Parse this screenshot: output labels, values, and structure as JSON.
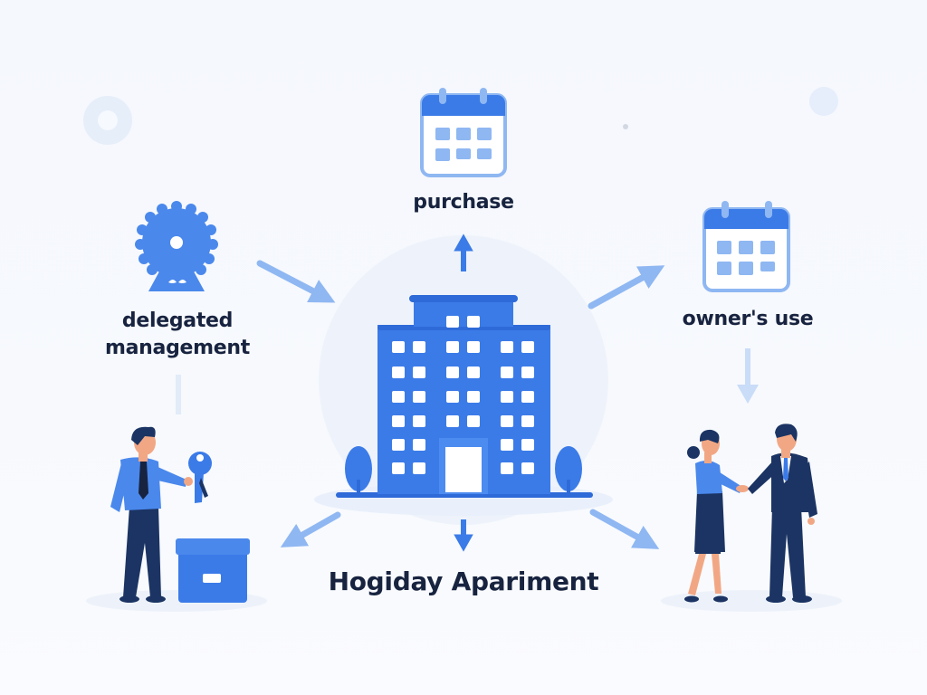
{
  "diagram": {
    "title": "Hogiday Apariment",
    "center_icon": "apartment-building-icon",
    "nodes": [
      {
        "id": "purchase",
        "label": "purchase",
        "icon": "calendar-icon"
      },
      {
        "id": "owners_use",
        "label": "owner's use",
        "icon": "calendar-icon"
      },
      {
        "id": "delegated_management",
        "label_line1": "delegated",
        "label_line2": "management",
        "icon": "gear-icon"
      },
      {
        "id": "handover",
        "icon": "man-with-keys-and-box-icon"
      },
      {
        "id": "agreement",
        "icon": "handshake-people-icon"
      }
    ],
    "edges": [
      {
        "from": "building",
        "to": "purchase",
        "direction": "up"
      },
      {
        "from": "delegated_management",
        "to": "building",
        "direction": "down-right"
      },
      {
        "from": "building",
        "to": "owners_use",
        "direction": "up-right"
      },
      {
        "from": "owners_use",
        "to": "agreement",
        "direction": "down"
      },
      {
        "from": "building",
        "to": "handover",
        "direction": "down-left"
      },
      {
        "from": "building",
        "to": "title",
        "direction": "down"
      },
      {
        "from": "building",
        "to": "agreement",
        "direction": "down-right"
      }
    ],
    "colors": {
      "primary": "#3b7be8",
      "primary_dark": "#2e6ad8",
      "arrow_light": "#8fb7f2",
      "text": "#17233f",
      "navy": "#1b3463",
      "skin": "#f2a784"
    }
  }
}
